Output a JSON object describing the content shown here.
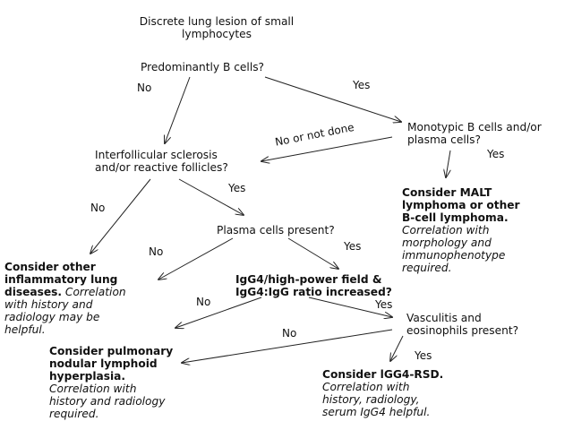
{
  "nodes": {
    "start": {
      "lines": [
        "Discrete lung lesion of small",
        "lymphocytes"
      ]
    },
    "b_cells": {
      "text": "Predominantly B cells?"
    },
    "monotypic": {
      "lines": [
        "Monotypic B cells and/or",
        "plasma cells?"
      ]
    },
    "interfollicular": {
      "lines": [
        "Interfollicular sclerosis",
        "and/or reactive follicles?"
      ]
    },
    "malt": {
      "bold_lines": [
        "Consider MALT",
        "lymphoma or other",
        "B-cell lymphoma."
      ],
      "italic_lines": [
        "Correlation with",
        "morphology and",
        "immunophenotype",
        "required."
      ]
    },
    "plasma": {
      "text": "Plasma cells present?"
    },
    "other_inflammatory": {
      "bold_lines": [
        "Consider other",
        "inflammatory lung"
      ],
      "mixed_bold": "diseases.",
      "mixed_italic": " Correlation",
      "italic_lines": [
        "with history and",
        "radiology may be",
        "helpful."
      ]
    },
    "igg4_ratio": {
      "lines": [
        "IgG4/high-power field &",
        "IgG4:IgG ratio increased?"
      ]
    },
    "vasculitis": {
      "lines": [
        "Vasculitis and",
        "eosinophils present?"
      ]
    },
    "pulmonary": {
      "bold_lines": [
        "Consider pulmonary",
        "nodular lymphoid",
        "hyperplasia."
      ],
      "italic_lines": [
        "Correlation with",
        "history and radiology",
        "required."
      ]
    },
    "igg4_rsd": {
      "bold_lines": [
        "Consider lGG4-RSD."
      ],
      "italic_lines": [
        "Correlation with",
        "history, radiology,",
        "serum IgG4 helpful."
      ]
    }
  },
  "edge_labels": {
    "no_1": "No",
    "yes_1": "Yes",
    "no_or_not_done": "No or not done",
    "yes_2": "Yes",
    "no_2": "No",
    "yes_3": "Yes",
    "no_3": "No",
    "yes_4": "Yes",
    "no_4": "No",
    "yes_5": "Yes",
    "no_5": "No",
    "yes_6": "Yes"
  }
}
